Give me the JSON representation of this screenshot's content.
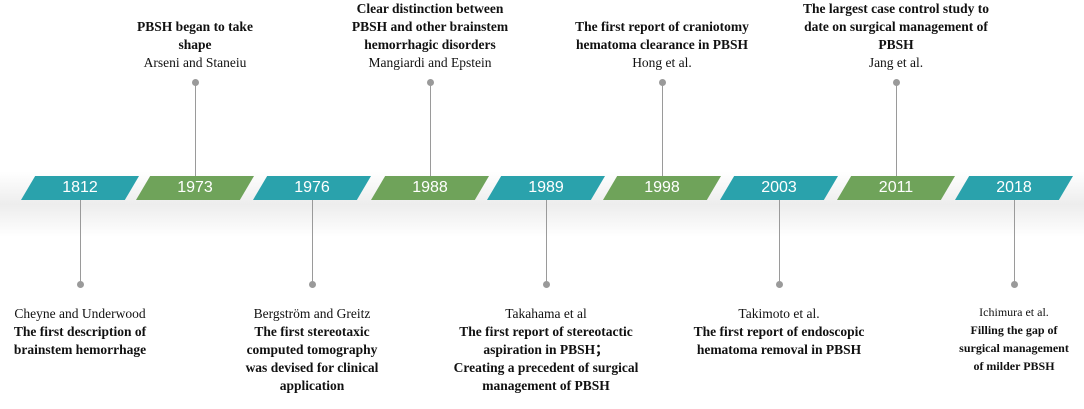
{
  "events": [
    {
      "year": "1812",
      "color": "#2aa2ac",
      "position": "below",
      "author": "Cheyne and Underwood",
      "desc": [
        "The first description of",
        "brainstem hemorrhage"
      ]
    },
    {
      "year": "1973",
      "color": "#6fa35a",
      "position": "above",
      "author": "Arseni and Staneiu",
      "desc": [
        "PBSH began to take",
        "shape"
      ]
    },
    {
      "year": "1976",
      "color": "#2aa2ac",
      "position": "below",
      "author": "Bergström and Greitz",
      "desc": [
        "The first stereotaxic",
        "computed tomography",
        "was devised for clinical",
        "application"
      ]
    },
    {
      "year": "1988",
      "color": "#6fa35a",
      "position": "above",
      "author": "Mangiardi and Epstein",
      "desc": [
        "Clear distinction between",
        "PBSH and other brainstem",
        "hemorrhagic disorders"
      ]
    },
    {
      "year": "1989",
      "color": "#2aa2ac",
      "position": "below",
      "author": "Takahama et al",
      "desc": [
        "The first report of stereotactic",
        "aspiration in PBSH；",
        "Creating a precedent of surgical",
        "management of PBSH"
      ]
    },
    {
      "year": "1998",
      "color": "#6fa35a",
      "position": "above",
      "author": "Hong et al.",
      "desc": [
        "The first report of craniotomy",
        "hematoma clearance in PBSH"
      ]
    },
    {
      "year": "2003",
      "color": "#2aa2ac",
      "position": "below",
      "author": "Takimoto et al.",
      "desc": [
        "The first report of endoscopic",
        "hematoma removal in PBSH"
      ]
    },
    {
      "year": "2011",
      "color": "#6fa35a",
      "position": "above",
      "author": "Jang et al.",
      "desc": [
        "The largest case control study to",
        "date on surgical management of",
        "PBSH"
      ]
    },
    {
      "year": "2018",
      "color": "#2aa2ac",
      "position": "below",
      "author": "Ichimura et al.",
      "desc": [
        "Filling the gap of",
        "surgical management",
        "of milder PBSH"
      ]
    }
  ]
}
